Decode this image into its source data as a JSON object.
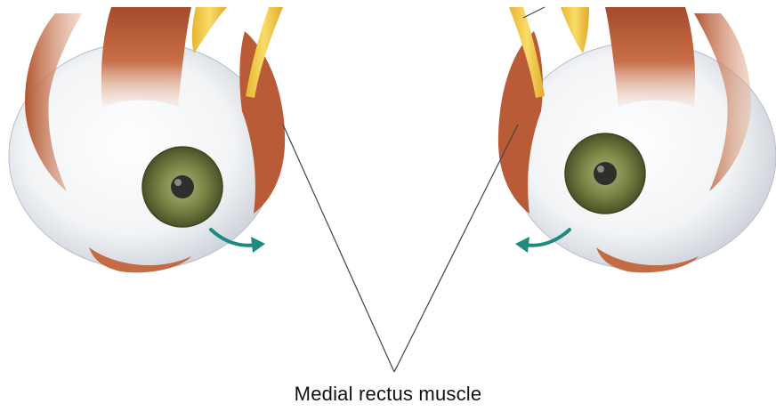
{
  "figure": {
    "label": "Medial rectus muscle",
    "colors": {
      "muscle": "#b85a35",
      "muscle_light": "#e9b393",
      "nerve": "#f2c640",
      "iris": "#6e7c3d",
      "arrow": "#1f8a7f",
      "sclera": "#dfe3e8",
      "leader": "#444444"
    },
    "eyes": [
      {
        "name": "left-eye",
        "arrow_direction": "right"
      },
      {
        "name": "right-eye",
        "arrow_direction": "left"
      }
    ]
  }
}
